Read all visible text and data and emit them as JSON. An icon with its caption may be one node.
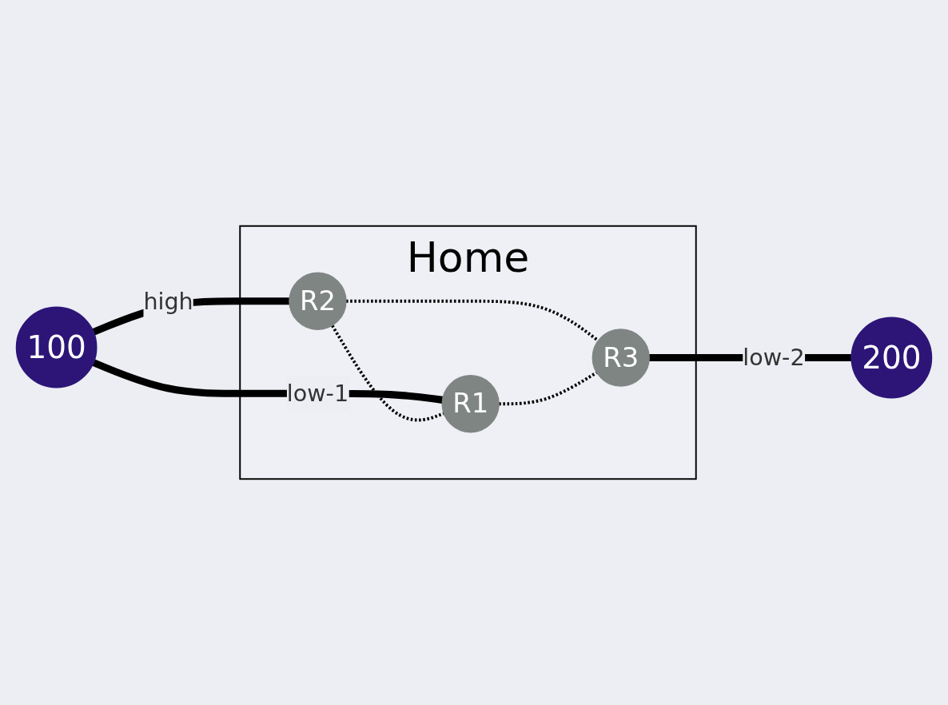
{
  "diagram": {
    "nodes": [
      {
        "text": [
          "100"
        ]
      },
      {
        "text": [
          "Home"
        ]
      },
      {
        "text": [
          "R2"
        ],
        "in": 1
      },
      {
        "text": [
          "R1"
        ],
        "in": 1
      },
      {
        "text": [
          "R3"
        ],
        "in": 1
      },
      {
        "text": [
          "200"
        ]
      }
    ],
    "edges": [
      {
        "from": 0,
        "to": 2,
        "arrow": "none",
        "style": "thick",
        "label": "high"
      },
      {
        "from": 0,
        "to": 3,
        "arrow": "none",
        "style": "thick",
        "label": "low-1"
      },
      {
        "from": 2,
        "to": 3,
        "arrow": "none",
        "style": "dashed"
      },
      {
        "from": 2,
        "to": 4,
        "arrow": "none",
        "style": "dashed"
      },
      {
        "from": 3,
        "to": 4,
        "arrow": "none",
        "style": "dashed"
      },
      {
        "from": 4,
        "to": 5,
        "arrow": "none",
        "style": "thick",
        "label": "low-2"
      }
    ]
  }
}
